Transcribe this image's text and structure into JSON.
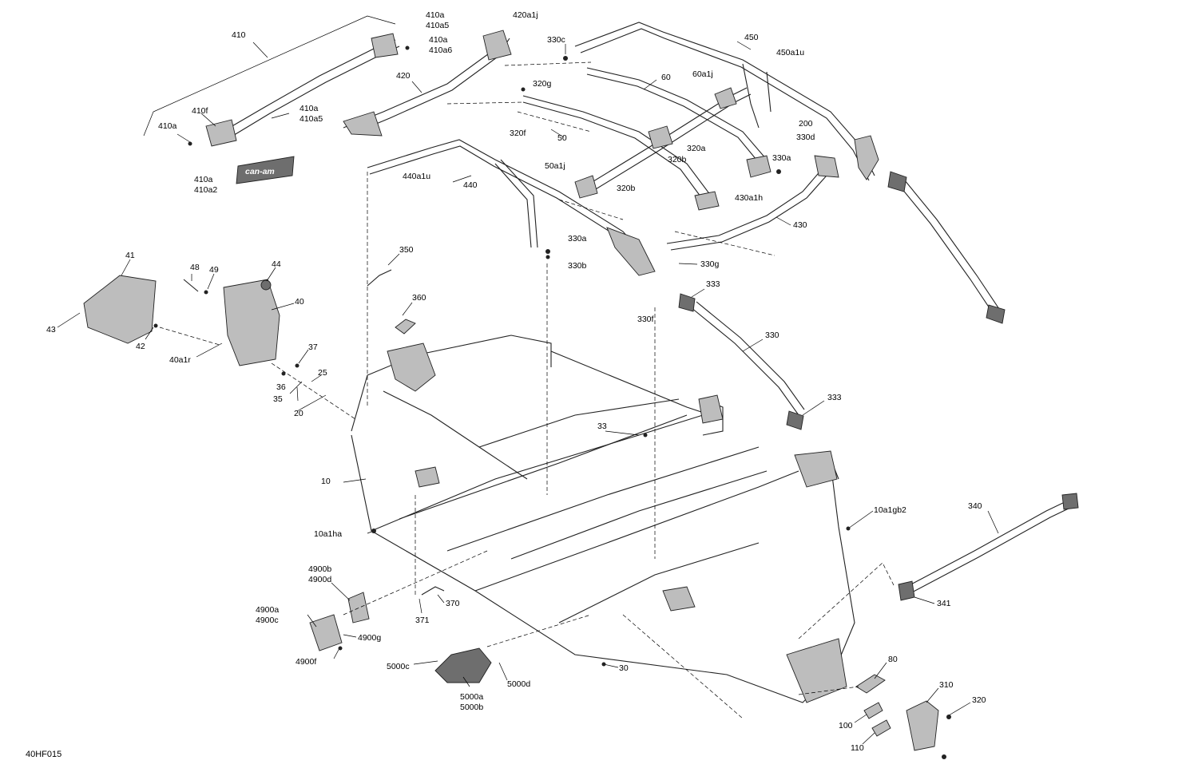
{
  "reference_code": "40HF015",
  "brand_decal": "can-am",
  "callouts": {
    "c410": "410",
    "c410a_top": "410a",
    "c410a5_top": "410a5",
    "c410a_2": "410a",
    "c410a6": "410a6",
    "c410a_3": "410a",
    "c410a5_2": "410a5",
    "c410f": "410f",
    "c410a_left": "410a",
    "c410a_decal": "410a",
    "c410a2": "410a2",
    "c420a1j": "420a1j",
    "c420": "420",
    "c330c": "330c",
    "c320g_top": "320g",
    "c320f": "320f",
    "c450": "450",
    "c450a1u": "450a1u",
    "c60": "60",
    "c60a1j": "60a1j",
    "c50": "50",
    "c320a": "320a",
    "c320b_1": "320b",
    "c200": "200",
    "c330d": "330d",
    "c330a_right": "330a",
    "c50a1j": "50a1j",
    "c320b_2": "320b",
    "c440a1u": "440a1u",
    "c440": "440",
    "c430a1h": "430a1h",
    "c430": "430",
    "c330a_mid": "330a",
    "c330b": "330b",
    "c330g": "330g",
    "c333_top": "333",
    "c330f": "330f",
    "c350": "350",
    "c360": "360",
    "c330": "330",
    "c333_bottom": "333",
    "c41": "41",
    "c48": "48",
    "c49": "49",
    "c44": "44",
    "c40": "40",
    "c43": "43",
    "c42": "42",
    "c40a1r": "40a1r",
    "c37": "37",
    "c25": "25",
    "c36": "36",
    "c35": "35",
    "c20": "20",
    "c33": "33",
    "c10": "10",
    "c10a1ha": "10a1ha",
    "c10a1gb2": "10a1gb2",
    "c340": "340",
    "c341": "341",
    "c4900b": "4900b",
    "c4900d": "4900d",
    "c4900a": "4900a",
    "c4900c": "4900c",
    "c4900g": "4900g",
    "c4900f": "4900f",
    "c370": "370",
    "c371": "371",
    "c5000c": "5000c",
    "c5000d": "5000d",
    "c5000a": "5000a",
    "c5000b": "5000b",
    "c30": "30",
    "c80": "80",
    "c310": "310",
    "c320_bottom": "320",
    "c100": "100",
    "c110": "110"
  }
}
